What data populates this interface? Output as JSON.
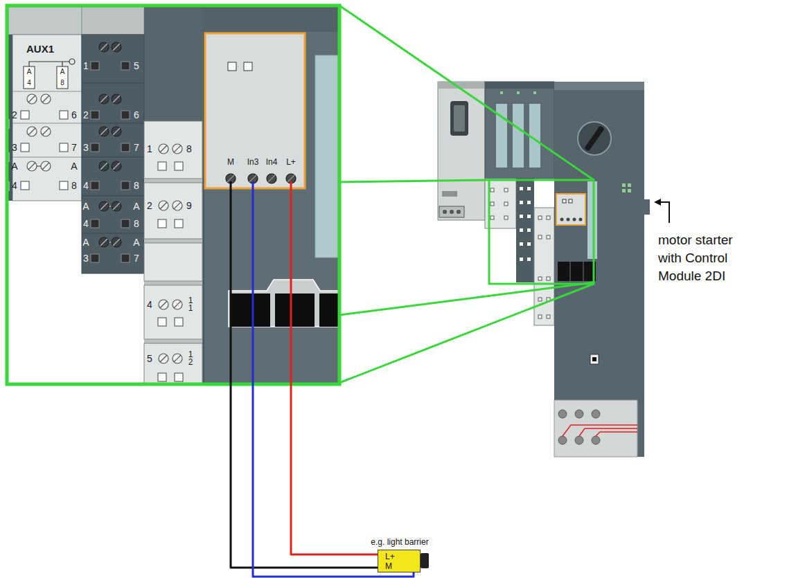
{
  "diagram": {
    "nodes": [
      {
        "text": [
          "M",
          "In3",
          "In4",
          "L+"
        ]
      },
      {
        "text": [
          "e.g. light barrier",
          "L+",
          "M"
        ]
      }
    ],
    "edges": [
      {
        "from": 0,
        "to": 1,
        "arrow": "none"
      },
      {
        "from": 0,
        "to": 1,
        "arrow": "none"
      },
      {
        "from": 0,
        "to": 1,
        "arrow": "none"
      }
    ],
    "labels": [
      "AUX1",
      "A",
      "4",
      "A",
      "8",
      "2",
      "6",
      "3",
      "7",
      "A",
      "A",
      "4",
      "8",
      "1",
      "5",
      "2",
      "6",
      "3",
      "7",
      "4",
      "8",
      "A",
      "A",
      "4",
      "8",
      "A",
      "A",
      "3",
      "7",
      "1",
      "8",
      "2",
      "9",
      "4",
      "11",
      "5",
      "12",
      "motor starter with Control Module 2DI"
    ]
  }
}
